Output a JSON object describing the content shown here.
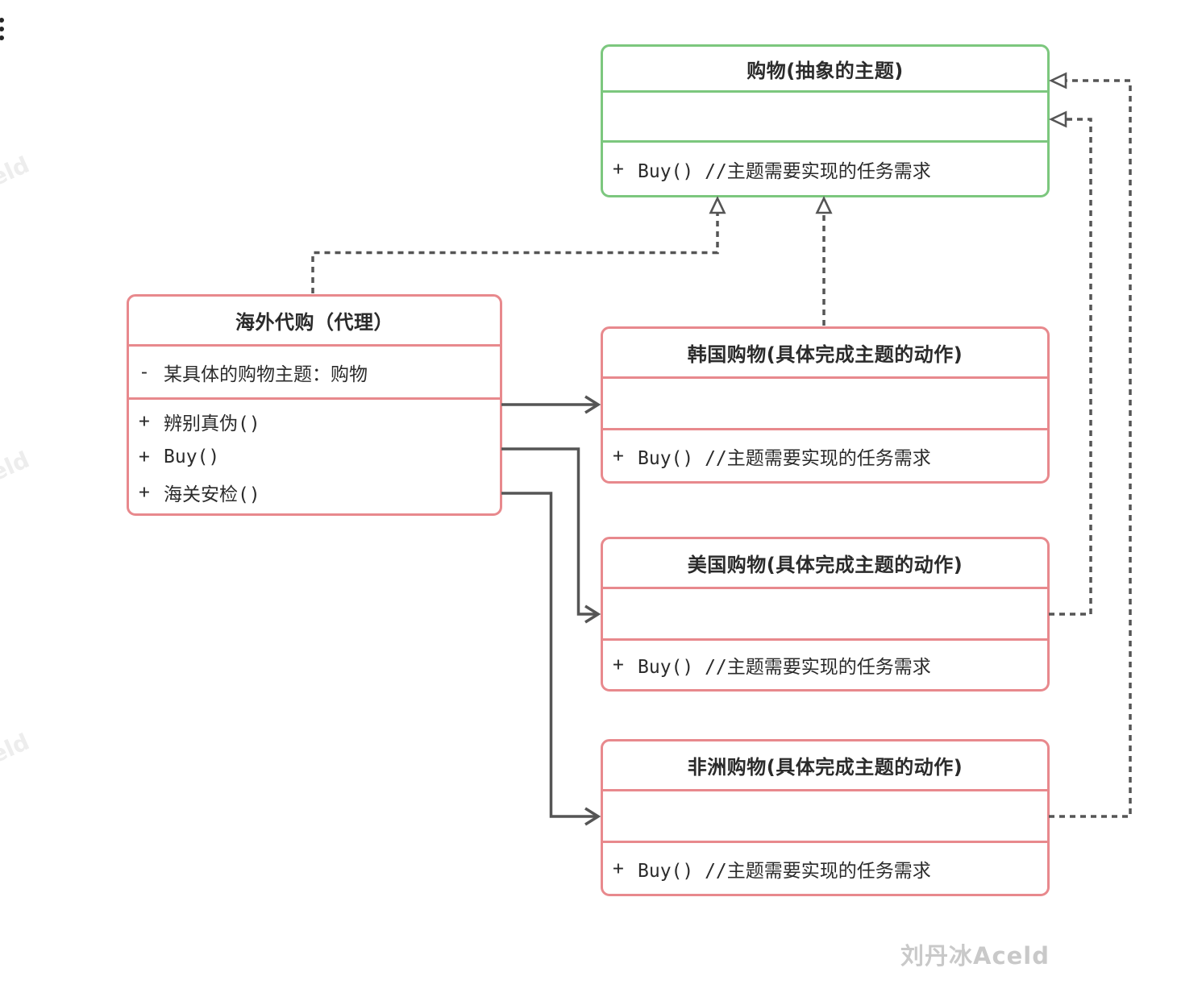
{
  "diagram": {
    "boxes": {
      "abstract_subject": {
        "title": "购物(抽象的主题)",
        "attributes": [],
        "methods": [
          {
            "prefix": "+",
            "label": "Buy() //主题需要实现的任务需求"
          }
        ]
      },
      "proxy": {
        "title": "海外代购（代理）",
        "attributes": [
          {
            "prefix": "-",
            "label": "某具体的购物主题：购物"
          }
        ],
        "methods": [
          {
            "prefix": "+",
            "label": "辨别真伪()"
          },
          {
            "prefix": "+",
            "label": "Buy()"
          },
          {
            "prefix": "+",
            "label": "海关安检()"
          }
        ]
      },
      "korea": {
        "title": "韩国购物(具体完成主题的动作)",
        "attributes": [],
        "methods": [
          {
            "prefix": "+",
            "label": "Buy() //主题需要实现的任务需求"
          }
        ]
      },
      "usa": {
        "title": "美国购物(具体完成主题的动作)",
        "attributes": [],
        "methods": [
          {
            "prefix": "+",
            "label": "Buy() //主题需要实现的任务需求"
          }
        ]
      },
      "africa": {
        "title": "非洲购物(具体完成主题的动作)",
        "attributes": [],
        "methods": [
          {
            "prefix": "+",
            "label": "Buy() //主题需要实现的任务需求"
          }
        ]
      }
    },
    "watermark": "刘丹冰Aceld",
    "edge_watermark": "eld",
    "colors": {
      "abstract_border": "#7cc77e",
      "concrete_border": "#e8898d",
      "line": "#555555",
      "watermark": "#c9c9c9",
      "faint_watermark": "#ededed"
    }
  }
}
